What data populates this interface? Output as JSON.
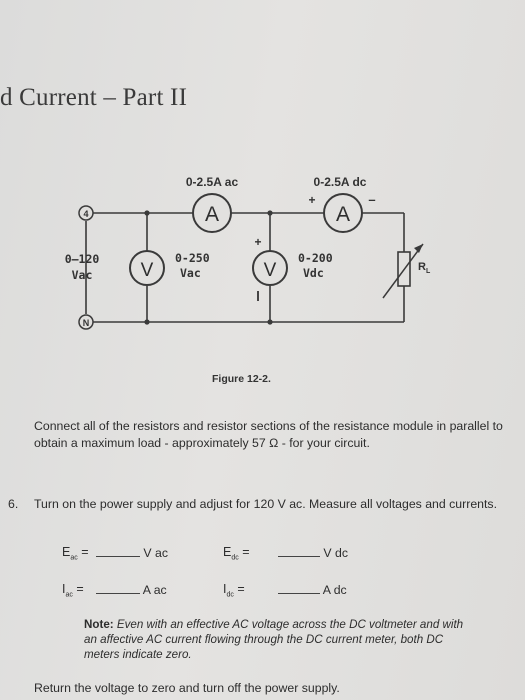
{
  "header": {
    "title": "d Current – Part II"
  },
  "circuit": {
    "ammeter_ac_range": "0-2.5A ac",
    "ammeter_dc_range": "0-2.5A dc",
    "ammeter_symbol": "A",
    "voltmeter_symbol": "V",
    "source_range_line1": "0–120",
    "source_range_line2": "Vac",
    "vac_meter_range_line1": "0-250",
    "vac_meter_range_line2": "Vac",
    "vdc_meter_range_line1": "0-200",
    "vdc_meter_range_line2": "Vdc",
    "load_label_main": "R",
    "load_label_sub": "L",
    "terminal_top": "4",
    "terminal_bottom": "N",
    "plus": "+",
    "minus": "–"
  },
  "figure_caption": "Figure 12-2.",
  "instruction": "Connect all of the resistors and resistor sections of the resistance module in parallel to obtain a maximum load - approximately 57 Ω - for your circuit.",
  "step": {
    "number": "6.",
    "text": "Turn on the power supply and adjust for 120 V ac. Measure all voltages and currents."
  },
  "measurements": {
    "eac_symbol": "E",
    "eac_sub": "ac",
    "eac_unit": "V ac",
    "edc_symbol": "E",
    "edc_sub": "dc",
    "edc_unit": "V dc",
    "iac_symbol": "I",
    "iac_sub": "ac",
    "iac_unit": "A ac",
    "idc_symbol": "I",
    "idc_sub": "dc",
    "idc_unit": "A dc",
    "equals": "="
  },
  "note": {
    "label": "Note:",
    "text": "Even with an effective AC voltage across the DC voltmeter and with an affective AC current flowing through the DC current meter, both DC meters indicate zero."
  },
  "final_instruction": "Return the voltage to zero and turn off the power supply."
}
